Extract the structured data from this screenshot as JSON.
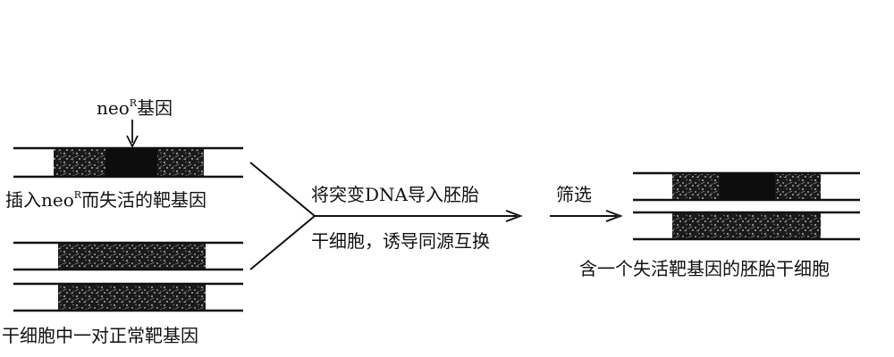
{
  "labels": {
    "neo_gene": {
      "main": "neo",
      "sup": "R",
      "tail": "基因"
    },
    "inserted_gene": {
      "pre": "插入neo",
      "sup": "R",
      "tail": "而失活的靶基因"
    },
    "normal_genes": "干细胞中一对正常靶基因",
    "step1_line1": "将突变DNA导入胚胎",
    "step1_line2": "干细胞，诱导同源互换",
    "step2": "筛选",
    "result": "含一个失活靶基因的胚胎干细胞"
  }
}
